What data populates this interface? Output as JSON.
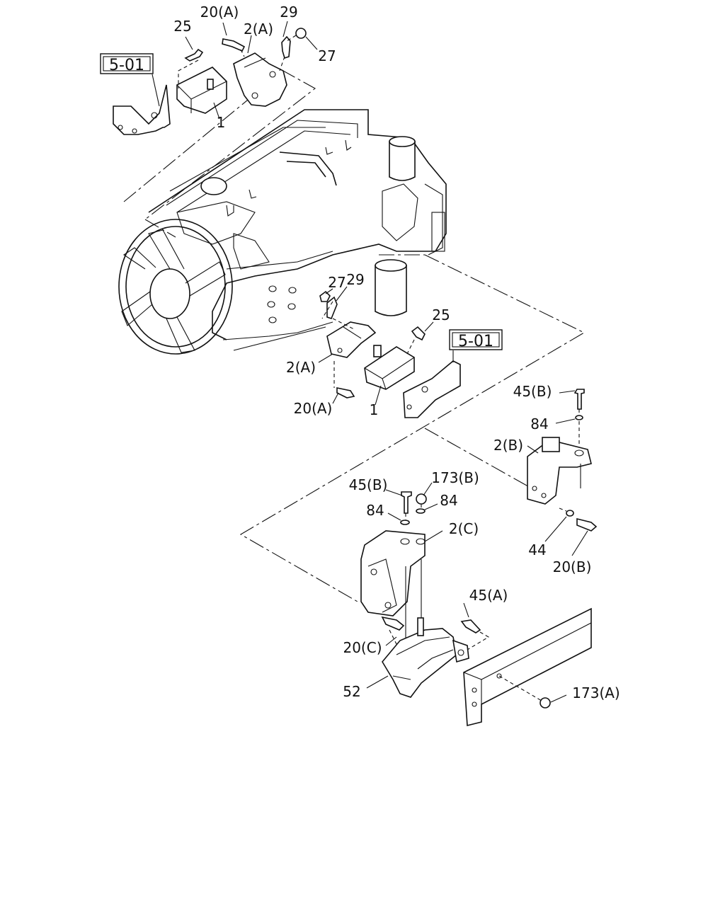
{
  "diagram": {
    "labels": {
      "l_20A_top": "20(A)",
      "l_25_top": "25",
      "l_2A_top": "2(A)",
      "l_29_top": "29",
      "l_27_top": "27",
      "l_1_top": "1",
      "l_27_mid": "27",
      "l_29_mid": "29",
      "l_25_mid": "25",
      "l_2A_mid": "2(A)",
      "l_1_mid": "1",
      "l_20A_mid": "20(A)",
      "l_45B_right": "45(B)",
      "l_84_right": "84",
      "l_2B": "2(B)",
      "l_45B_left": "45(B)",
      "l_173B": "173(B)",
      "l_84_left": "84",
      "l_84_mid": "84",
      "l_2C": "2(C)",
      "l_44": "44",
      "l_20B": "20(B)",
      "l_45A": "45(A)",
      "l_20C": "20(C)",
      "l_52": "52",
      "l_173A": "173(A)"
    },
    "ref_boxes": {
      "ref_top": "5-01",
      "ref_mid": "5-01"
    }
  }
}
